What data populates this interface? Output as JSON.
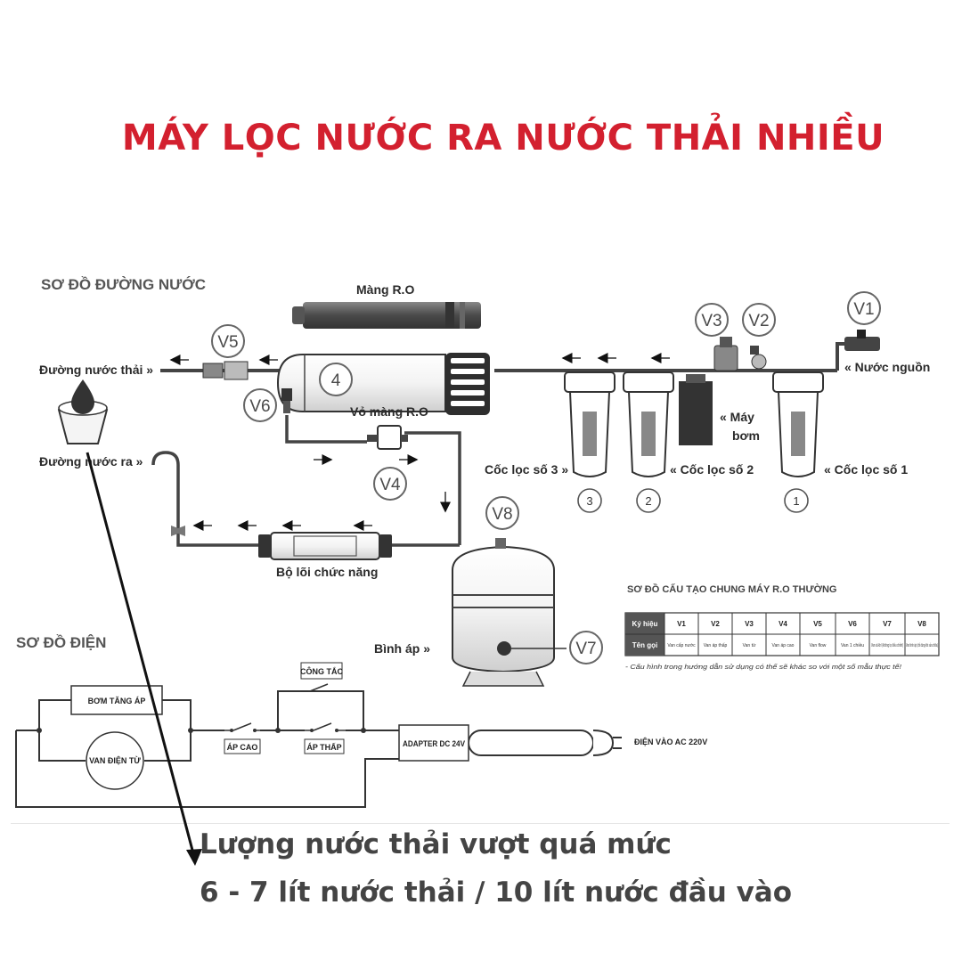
{
  "title": "MÁY LỌC NƯỚC RA NƯỚC THẢI NHIỀU",
  "water_diagram": {
    "heading": "SƠ ĐỒ ĐƯỜNG NƯỚC",
    "ro_membrane_label": "Màng R.O",
    "ro_housing_label": "Vỏ màng R.O",
    "waste_line_label": "Đường nước thải »",
    "output_line_label": "Đường nước ra »",
    "source_label": "« Nước nguồn",
    "pump_label_1": "« Máy",
    "pump_label_2": "bơm",
    "cup3_label": "Cốc lọc số 3 »",
    "cup2_label": "« Cốc lọc số 2",
    "cup1_label": "« Cốc lọc số 1",
    "function_cores_label": "Bộ lõi chức năng",
    "tank_label": "Bình áp »",
    "valves": [
      "V1",
      "V2",
      "V3",
      "V4",
      "V5",
      "V6",
      "V7",
      "V8"
    ],
    "housing_number": "4",
    "cup_numbers": [
      "3",
      "2",
      "1"
    ]
  },
  "structure_table": {
    "heading": "SƠ ĐỒ CẤU TẠO CHUNG MÁY R.O THƯỜNG",
    "row_headers": [
      "Ký hiệu",
      "Tên gọi"
    ],
    "columns": [
      "V1",
      "V2",
      "V3",
      "V4",
      "V5",
      "V6",
      "V7",
      "V8"
    ],
    "names": [
      "Van cấp nước",
      "Van áp thấp",
      "Van từ",
      "Van áp cao",
      "Van flow",
      "Van 1 chiều",
      "Van xả khí (không tự điều chỉnh)",
      "Van bình áp (chỉ dùng khi sửa chữa)"
    ],
    "note": "- Cấu hình trong hướng dẫn sử dụng có thể sẽ khác so với một số mẫu thực tế!"
  },
  "electric_diagram": {
    "heading": "SƠ ĐỒ ĐIỆN",
    "booster_pump": "BƠM TĂNG ÁP",
    "solenoid_valve": "VAN ĐIỆN TỪ",
    "switch": "CÔNG TẮC",
    "high_pressure": "ÁP CAO",
    "low_pressure": "ÁP THẤP",
    "adapter": "ADAPTER DC 24V",
    "power_in": "ĐIỆN VÀO AC 220V"
  },
  "caption": {
    "line1": "Lượng nước thải vượt quá mức",
    "line2": "6 - 7 lít nước thải / 10 lít nước đầu vào"
  },
  "colors": {
    "title": "#d3202f",
    "diagram_line": "#444444",
    "caption": "#444444"
  }
}
